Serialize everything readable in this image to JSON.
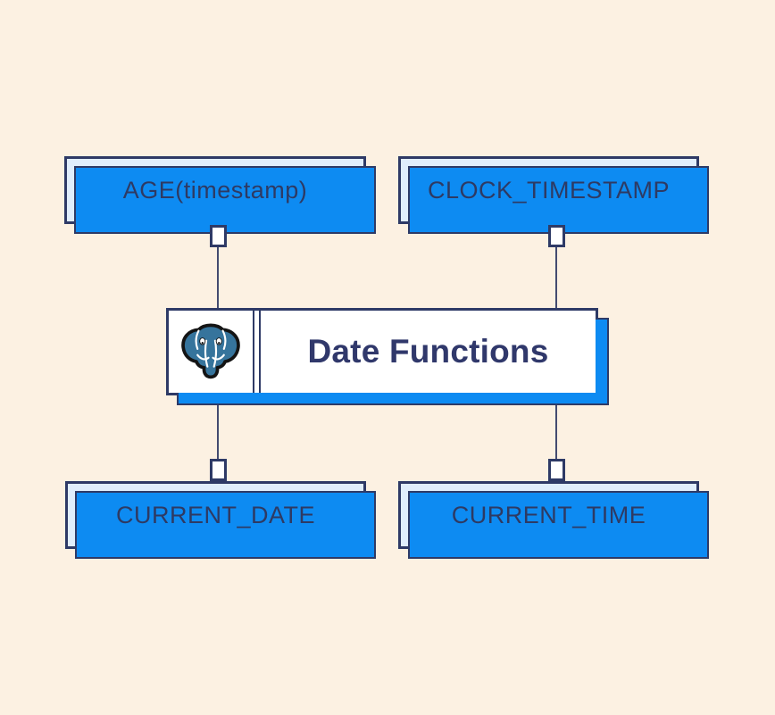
{
  "diagram": {
    "title": {
      "label": "Date Functions",
      "logo_icon": "postgresql-elephant-icon"
    },
    "nodes": [
      {
        "id": "age",
        "label": "AGE(timestamp)"
      },
      {
        "id": "clock-timestamp",
        "label": "CLOCK_TIMESTAMP"
      },
      {
        "id": "current-date",
        "label": "CURRENT_DATE"
      },
      {
        "id": "current-time",
        "label": "CURRENT_TIME"
      }
    ],
    "colors": {
      "background": "#fcf1e2",
      "node_fill": "#e0eefc",
      "border_navy": "#2e3a66",
      "shadow_blue": "#0d8bf2",
      "text_navy": "#2e3a63",
      "logo_blue": "#36749c"
    }
  }
}
